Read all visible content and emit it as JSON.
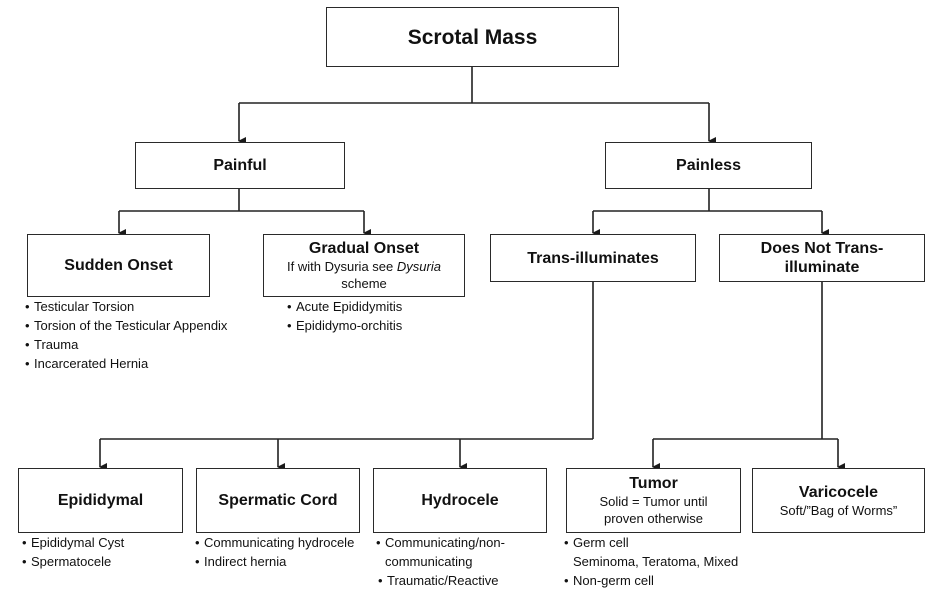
{
  "diagram": {
    "root": {
      "title": "Scrotal Mass"
    },
    "painful": {
      "title": "Painful"
    },
    "painless": {
      "title": "Painless"
    },
    "sudden_onset": {
      "title": "Sudden Onset",
      "items": [
        "Testicular Torsion",
        "Torsion of the Testicular Appendix",
        "Trauma",
        "Incarcerated Hernia"
      ]
    },
    "gradual_onset": {
      "title": "Gradual Onset",
      "subtitle_pre": "If with Dysuria see ",
      "subtitle_italic": "Dysuria",
      "subtitle_post": "scheme",
      "items": [
        "Acute Epididymitis",
        "Epididymo-orchitis"
      ]
    },
    "trans_illuminates": {
      "title": "Trans-illuminates"
    },
    "does_not_trans_illuminate": {
      "title_line1": "Does Not Trans-",
      "title_line2": "illuminate"
    },
    "epididymal": {
      "title": "Epididymal",
      "items": [
        "Epididymal Cyst",
        "Spermatocele"
      ]
    },
    "spermatic_cord": {
      "title": "Spermatic Cord",
      "items": [
        "Communicating hydrocele",
        "Indirect hernia"
      ]
    },
    "hydrocele": {
      "title": "Hydrocele",
      "items": [
        "Communicating/non-",
        "communicating",
        "Traumatic/Reactive"
      ]
    },
    "tumor": {
      "title": "Tumor",
      "subtitle_line1": "Solid = Tumor until",
      "subtitle_line2": "proven otherwise",
      "items": [
        "Germ cell",
        "Seminoma, Teratoma, Mixed",
        "Non-germ cell"
      ]
    },
    "varicocele": {
      "title": "Varicocele",
      "subtitle": "Soft/”Bag of Worms”"
    },
    "bullet_symbol": "•"
  }
}
